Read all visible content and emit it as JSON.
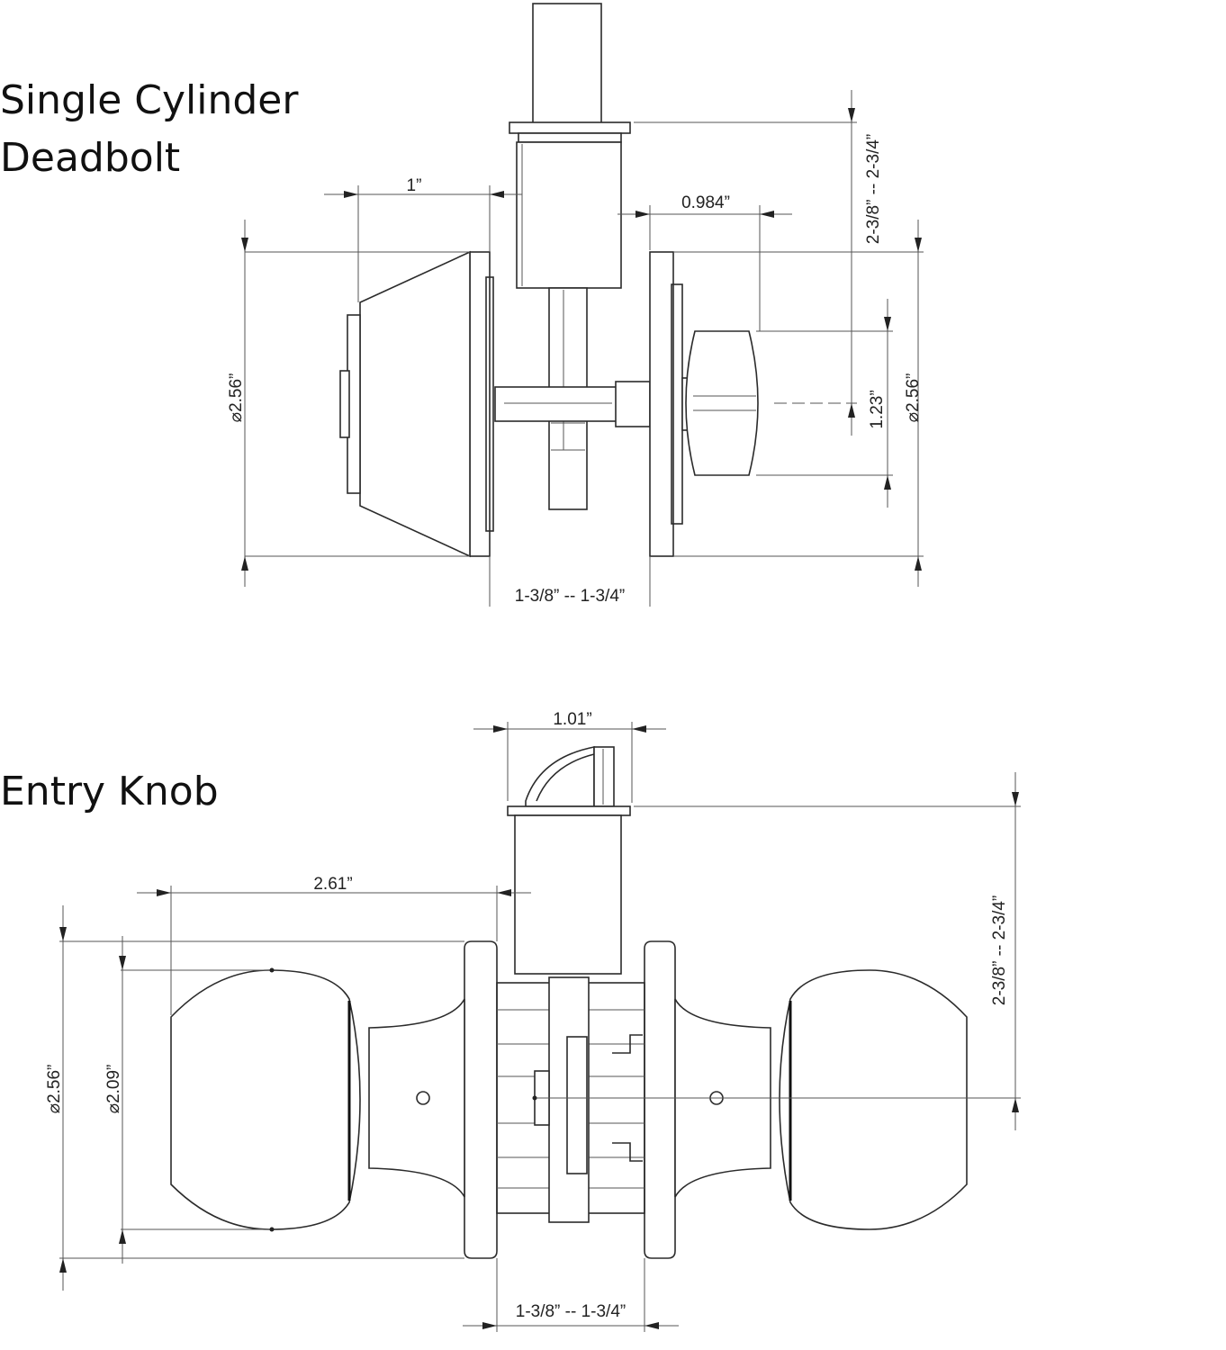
{
  "deadbolt": {
    "title_line1": "Single Cylinder",
    "title_line2": "Deadbolt",
    "dims": {
      "bolt_width": "1”",
      "bolt_throw": "0.984”",
      "backset": "2-3/8” -- 2-3/4”",
      "rose_diameter_left": "2.56”",
      "rose_diameter_right": "2.56”",
      "thumbturn": "1.23”",
      "door_thickness": "1-3/8” -- 1-3/4”"
    }
  },
  "knob": {
    "title": "Entry Knob",
    "dims": {
      "latch_width": "1.01”",
      "projection": "2.61”",
      "backset": "2-3/8” -- 2-3/4”",
      "rose_diameter": "2.56”",
      "knob_diameter": "2.09”",
      "door_thickness": "1-3/8” -- 1-3/4”"
    }
  },
  "diameter_symbol": "⌀",
  "colors": {
    "line": "#2b2b2b",
    "text": "#111111",
    "background": "#ffffff"
  }
}
